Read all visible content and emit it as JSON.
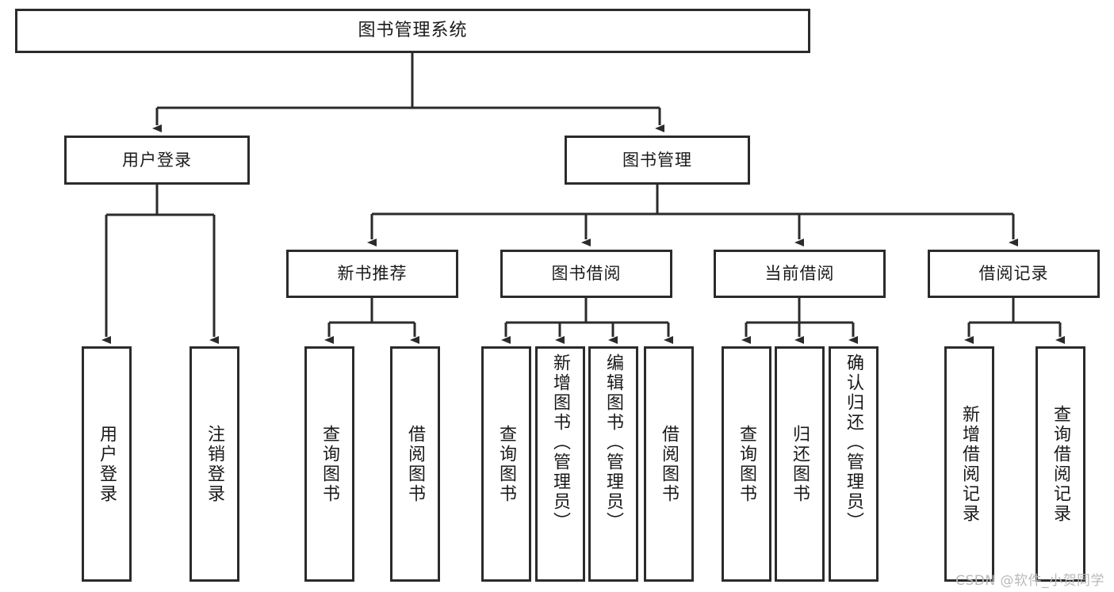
{
  "diagram": {
    "title": "图书管理系统",
    "type": "tree-hierarchy-diagram",
    "colors": {
      "box_border": "#2b2b2b",
      "box_fill": "#ffffff",
      "connector": "#2b2b2b",
      "background": "#ffffff",
      "watermark": "#b9b9b9"
    }
  },
  "nodes": {
    "root": {
      "label": "图书管理系统"
    },
    "level2": [
      {
        "label": "用户登录"
      },
      {
        "label": "图书管理"
      }
    ],
    "level3": [
      {
        "label": "新书推荐"
      },
      {
        "label": "图书借阅"
      },
      {
        "label": "当前借阅"
      },
      {
        "label": "借阅记录"
      }
    ],
    "leaves_user_login": [
      {
        "label": "用户登录"
      },
      {
        "label": "注销登录"
      }
    ],
    "leaves_new_books": [
      {
        "label": "查询图书"
      },
      {
        "label": "借阅图书"
      }
    ],
    "leaves_borrow": [
      {
        "label": "查询图书"
      },
      {
        "label": "新增图书（管理员）"
      },
      {
        "label": "编辑图书（管理员）"
      },
      {
        "label": "借阅图书"
      }
    ],
    "leaves_current": [
      {
        "label": "查询图书"
      },
      {
        "label": "归还图书"
      },
      {
        "label": "确认归还（管理员）"
      }
    ],
    "leaves_records": [
      {
        "label": "新增借阅记录"
      },
      {
        "label": "查询借阅记录"
      }
    ]
  },
  "watermark": {
    "text": "CSDN @软件_小贺同学"
  }
}
